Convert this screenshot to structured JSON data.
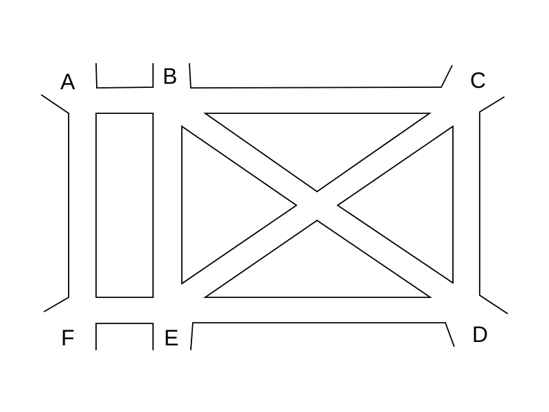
{
  "labels": {
    "a": "A",
    "b": "B",
    "c": "C",
    "d": "D",
    "e": "E",
    "f": "F"
  },
  "colors": {
    "stroke": "#000000",
    "background": "#ffffff"
  }
}
